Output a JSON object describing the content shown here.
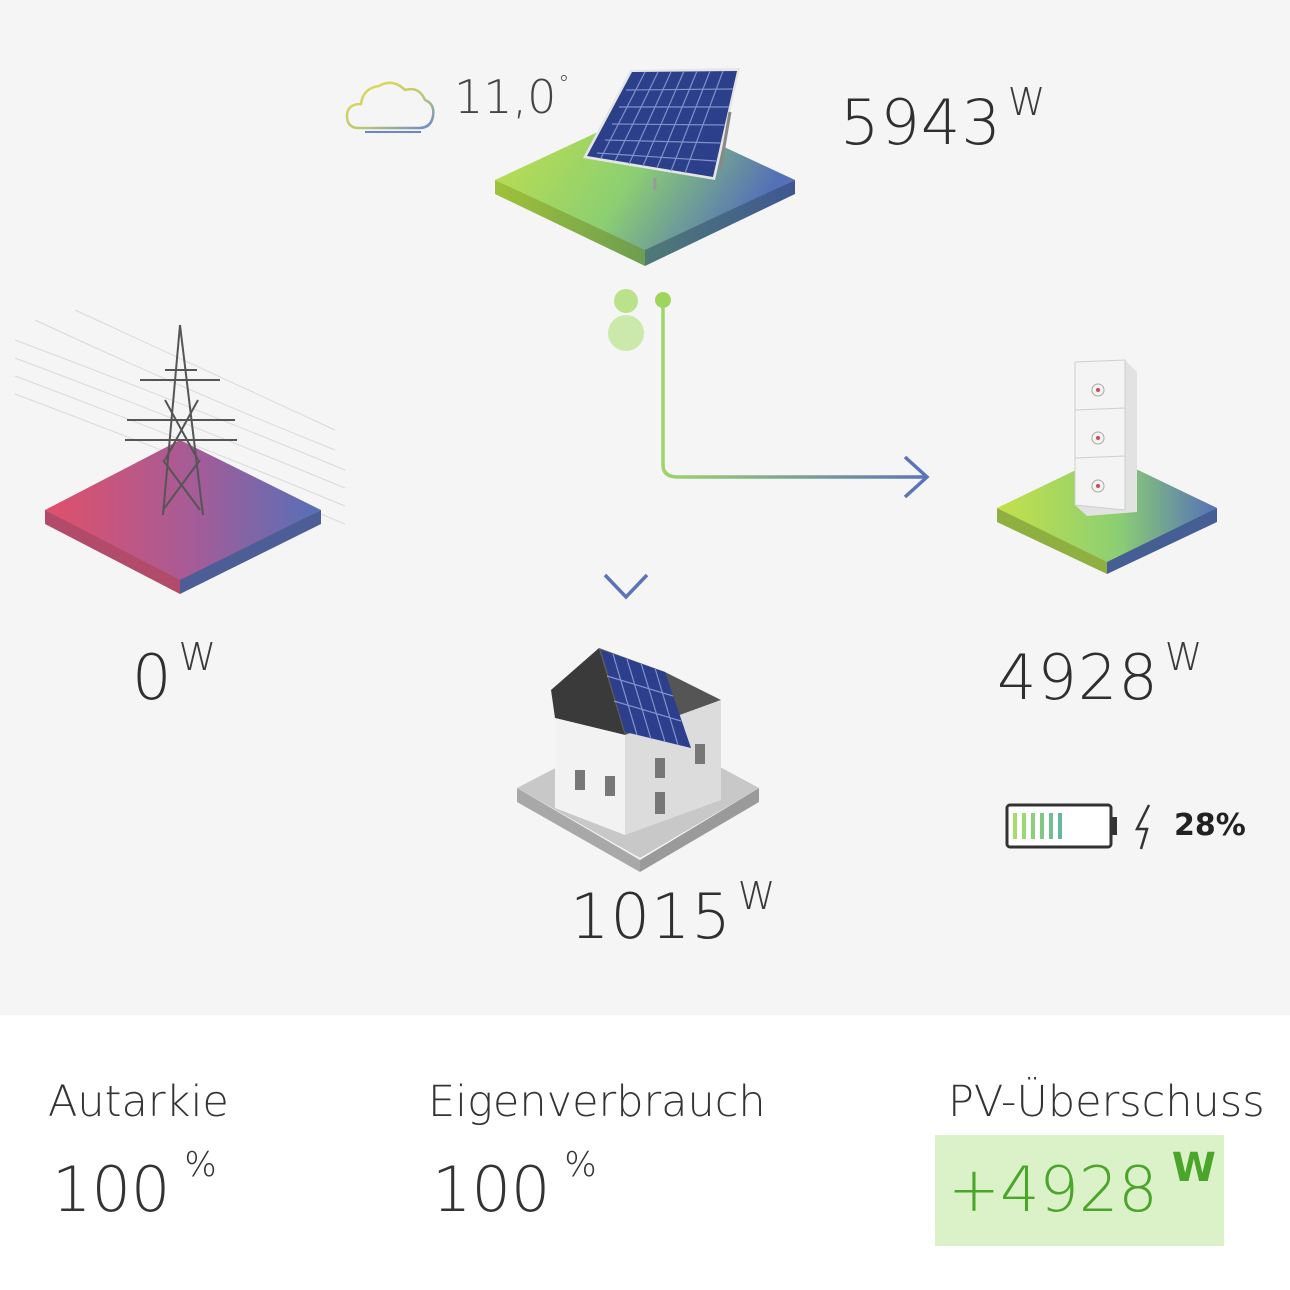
{
  "weather": {
    "temperature": "11,0",
    "degree_symbol": "°",
    "icon": "cloud-icon"
  },
  "pv": {
    "value": "5943",
    "unit": "W"
  },
  "grid": {
    "value": "0",
    "unit": "W"
  },
  "battery": {
    "value": "4928",
    "unit": "W",
    "charge_percent": "28%",
    "charge_level": 0.28,
    "icon": "battery-icon",
    "charging_icon": "lightning-icon"
  },
  "house": {
    "value": "1015",
    "unit": "W"
  },
  "stats": {
    "autarkie": {
      "label": "Autarkie",
      "value": "100",
      "unit": "%"
    },
    "eigenverbrauch": {
      "label": "Eigenverbrauch",
      "value": "100",
      "unit": "%"
    },
    "pv_surplus": {
      "label": "PV-Überschuss",
      "value": "+4928",
      "unit": "W"
    }
  },
  "colors": {
    "green": "#b6dd4a",
    "blue": "#5b74b7",
    "red": "#d9546c",
    "surplus_text": "#4aa52a",
    "surplus_bg": "#dbf2c9"
  }
}
